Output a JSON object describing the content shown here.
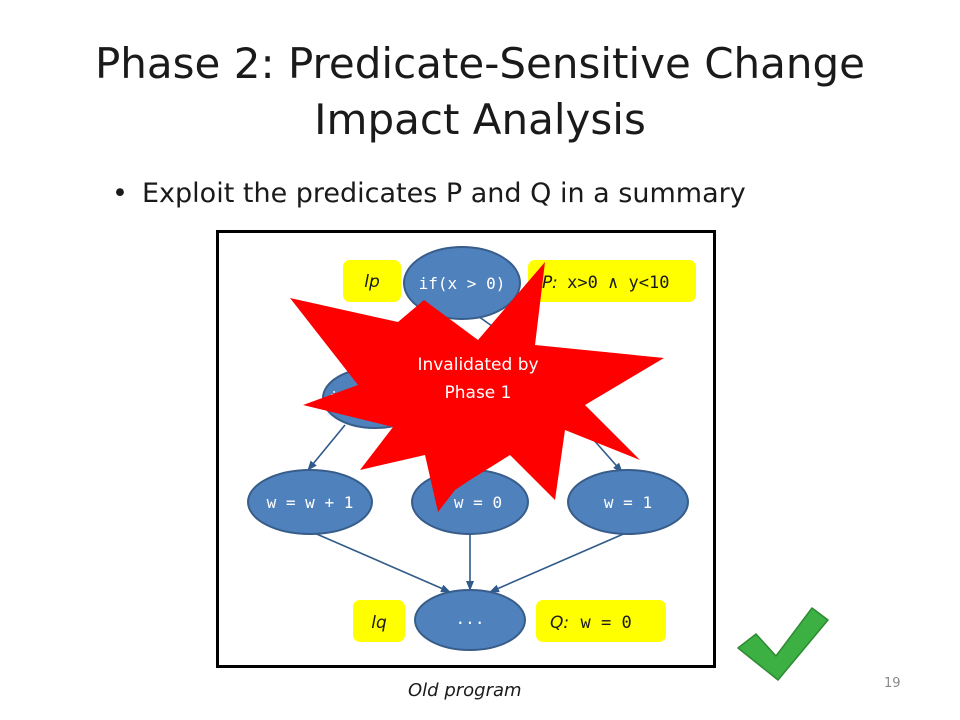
{
  "slide": {
    "title_line1": "Phase 2: Predicate-Sensitive Change",
    "title_line2": "Impact Analysis",
    "bullet": "Exploit the predicates P and Q in a summary",
    "caption": "Old program",
    "page_number": "19"
  },
  "diagram": {
    "nodes": {
      "top": "if(x > 0)",
      "middle": "i",
      "left": "w = w + 1",
      "center": "w = 0",
      "right": "w = 1",
      "bottom": "..."
    },
    "labels": {
      "lp": "lp",
      "lq": "lq",
      "p_prefix": "P:",
      "p_expr": "x>0 ∧ y<10",
      "q_prefix": "Q:",
      "q_expr": "w = 0"
    },
    "starburst_line1": "Invalidated by",
    "starburst_line2": "Phase 1",
    "colors": {
      "node_fill": "#4f81bd",
      "node_stroke": "#385d8a",
      "label_fill": "#ffff00",
      "starburst": "#ff0000",
      "edge": "#2f5a8a",
      "check": "#3cb043"
    }
  }
}
